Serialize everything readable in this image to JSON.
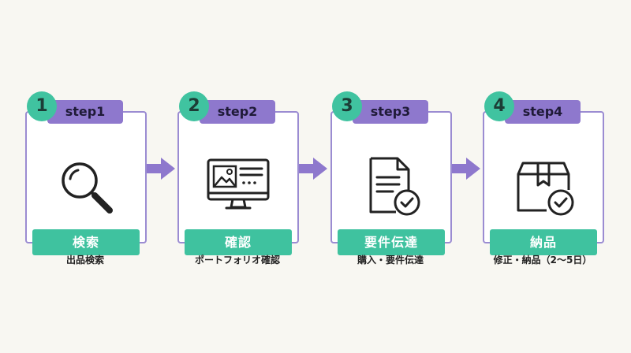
{
  "steps": [
    {
      "number": "1",
      "tab": "step1",
      "label": "検索",
      "caption": "出品検索",
      "icon": "magnifier-icon"
    },
    {
      "number": "2",
      "tab": "step2",
      "label": "確認",
      "caption": "ポートフォリオ確認",
      "icon": "monitor-icon"
    },
    {
      "number": "3",
      "tab": "step3",
      "label": "要件伝達",
      "caption": "購入・要件伝達",
      "icon": "document-check-icon"
    },
    {
      "number": "4",
      "tab": "step4",
      "label": "納品",
      "caption": "修正・納品（2〜5日）",
      "icon": "box-check-icon"
    }
  ],
  "colors": {
    "background": "#f8f7f2",
    "accent_green": "#40c3a0",
    "accent_purple": "#8e78cd",
    "border_purple": "#9b8cd2",
    "icon_stroke": "#222222"
  }
}
